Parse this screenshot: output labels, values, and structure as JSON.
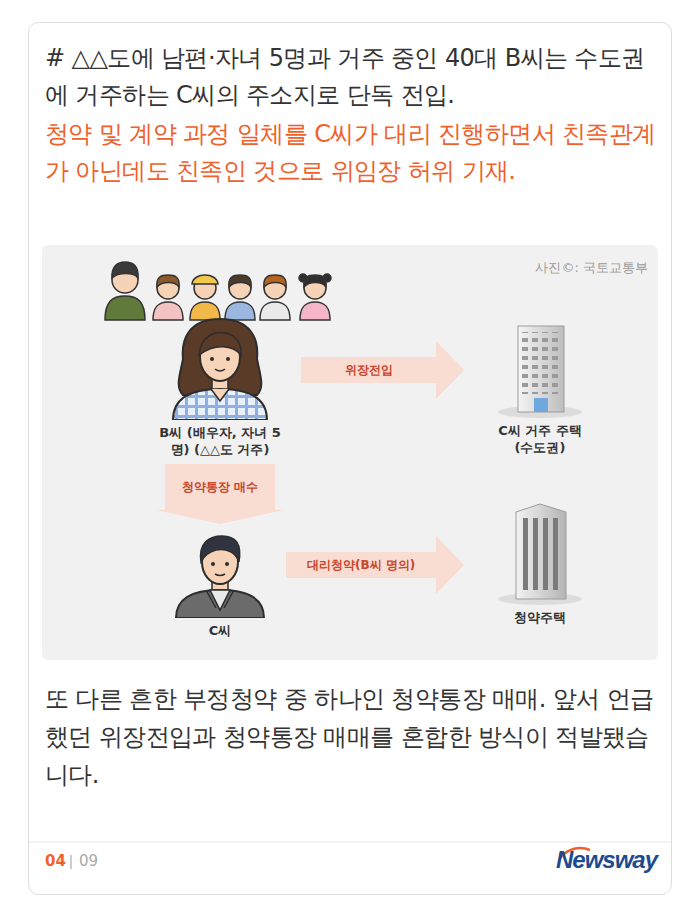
{
  "diagram": {
    "title": "# △△도에 남편·자녀 5명과 거주 중인 40대 B씨는 수도권에 거주하는 C씨의 주소지로 단독 전입.",
    "nodes": [
      {
        "text": [
          "B씨 (배우자, 자녀 5명) (△△도 거주)"
        ]
      },
      {
        "text": [
          "C씨 거주 주택 (수도권)"
        ]
      },
      {
        "text": [
          "C씨"
        ]
      },
      {
        "text": [
          "청약주택"
        ]
      }
    ],
    "edges": [
      {
        "from": 0,
        "to": 1,
        "label": "위장전입",
        "arrow": "to"
      },
      {
        "from": 0,
        "to": 2,
        "label": "청약통장 매수",
        "arrow": "to"
      },
      {
        "from": 2,
        "to": 3,
        "label": "대리청약(B씨 명의)",
        "arrow": "to"
      }
    ],
    "labels": [
      "청약 및 계약 과정 일체를 C씨가 대리 진행하면서 친족관계가 아닌데도 친족인 것으로 위임장 허위 기재.",
      "사진©: 국토교통부",
      "또 다른 흔한 부정청약 중 하나인 청약통장 매매. 앞서 언급했던 위장전입과 청약통장 매매를 혼합한 방식이 적발됐습니다.",
      "04",
      "09",
      "Newsway"
    ]
  }
}
